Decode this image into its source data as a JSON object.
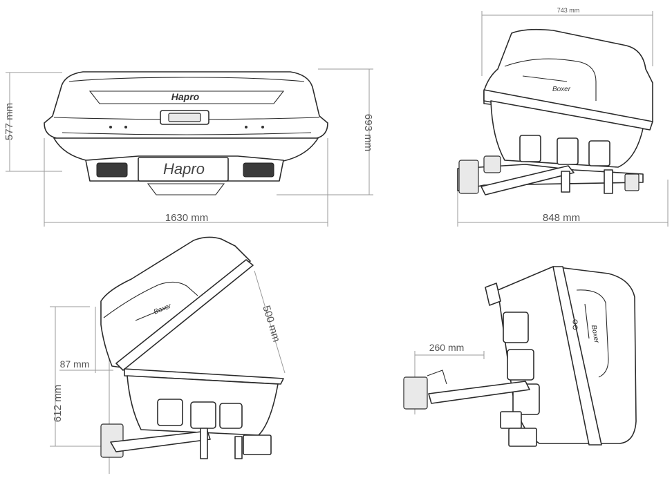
{
  "brand": "Hapro",
  "model": "Boxer",
  "dimensions": {
    "height_front": "577 mm",
    "height_side": "693 mm",
    "width_front": "1630 mm",
    "depth_side": "848 mm",
    "top_depth": "743 mm",
    "lid_open": "500 mm",
    "offset": "87 mm",
    "tilt_height": "612 mm",
    "tilt_offset": "260 mm"
  }
}
